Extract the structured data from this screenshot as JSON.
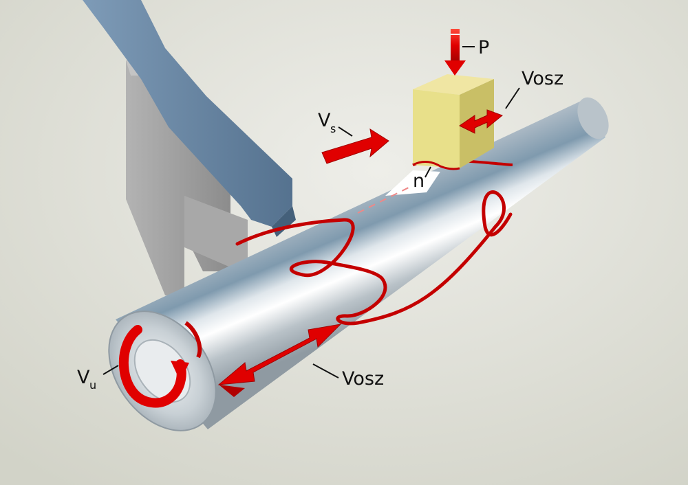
{
  "labels": {
    "p": "P",
    "vosz_top": "Vosz",
    "vs_main": "V",
    "vs_sub": "s",
    "n": "n",
    "vu_main": "V",
    "vu_sub": "u",
    "vosz_bottom": "Vosz"
  },
  "colors": {
    "background": "#dedfd6",
    "arrow_red": "#e00000",
    "curve_red": "#c40000",
    "holder_blue": "#5e7f9e",
    "holder_grey": "#9a9a9a",
    "block_yellow": "#e8e08a",
    "cylinder_silver": "#c9d3d9"
  },
  "icons": {
    "workpiece": "cylinder",
    "tool": "cube",
    "motion": "arrow"
  }
}
